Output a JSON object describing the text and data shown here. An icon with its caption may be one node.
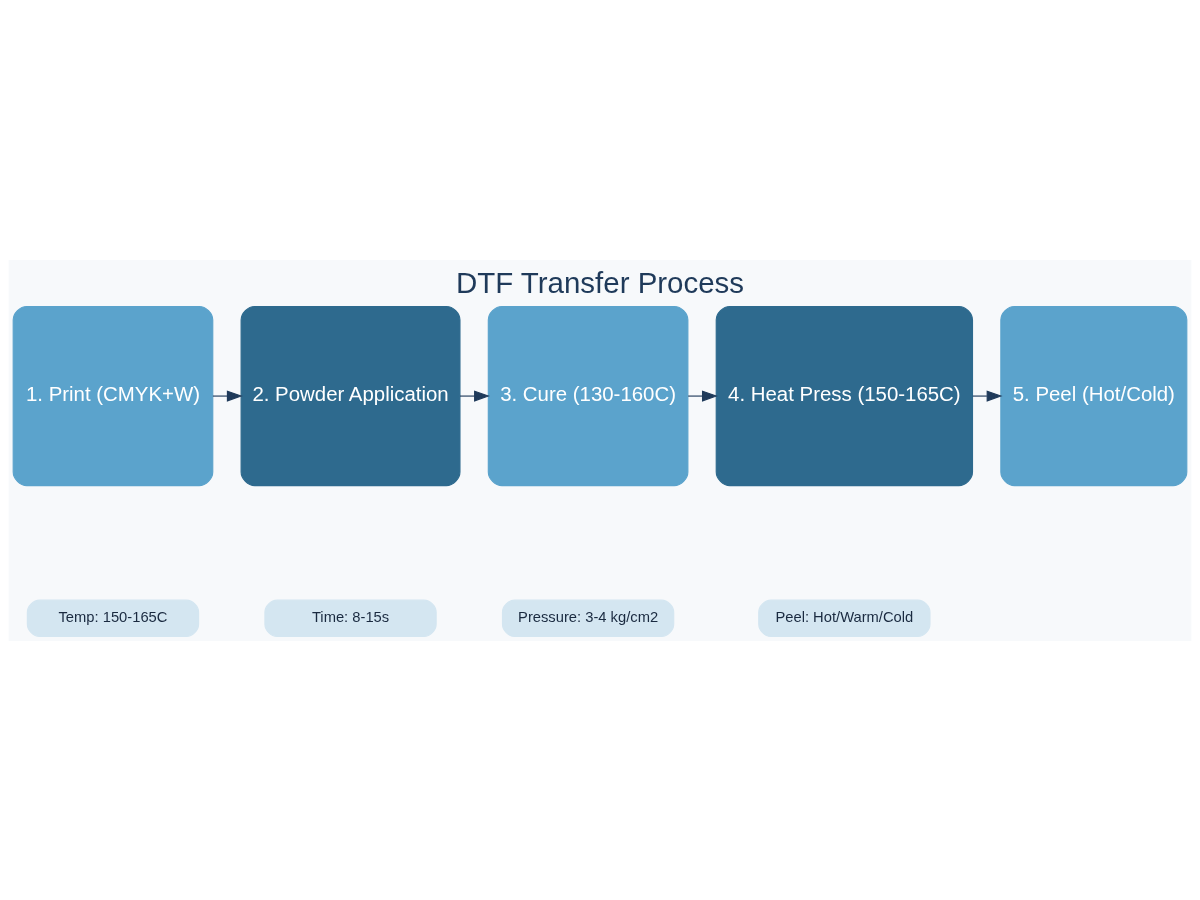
{
  "diagram": {
    "title": "DTF Transfer Process",
    "nodes": [
      {
        "text": [
          "1. Print (CMYK+W)"
        ]
      },
      {
        "text": [
          "2. Powder Application"
        ]
      },
      {
        "text": [
          "3. Cure (130-160C)"
        ]
      },
      {
        "text": [
          "4. Heat Press (150-165C)"
        ]
      },
      {
        "text": [
          "5. Peel (Hot/Cold)"
        ]
      },
      {
        "text": [
          "Temp: 150-165C"
        ]
      },
      {
        "text": [
          "Time: 8-15s"
        ]
      },
      {
        "text": [
          "Pressure: 3-4 kg/cm2"
        ]
      },
      {
        "text": [
          "Peel: Hot/Warm/Cold"
        ]
      }
    ],
    "edges": [
      {
        "from": 0,
        "to": 1,
        "arrow": "to"
      },
      {
        "from": 1,
        "to": 2,
        "arrow": "to"
      },
      {
        "from": 2,
        "to": 3,
        "arrow": "to"
      },
      {
        "from": 3,
        "to": 4,
        "arrow": "to"
      }
    ]
  }
}
